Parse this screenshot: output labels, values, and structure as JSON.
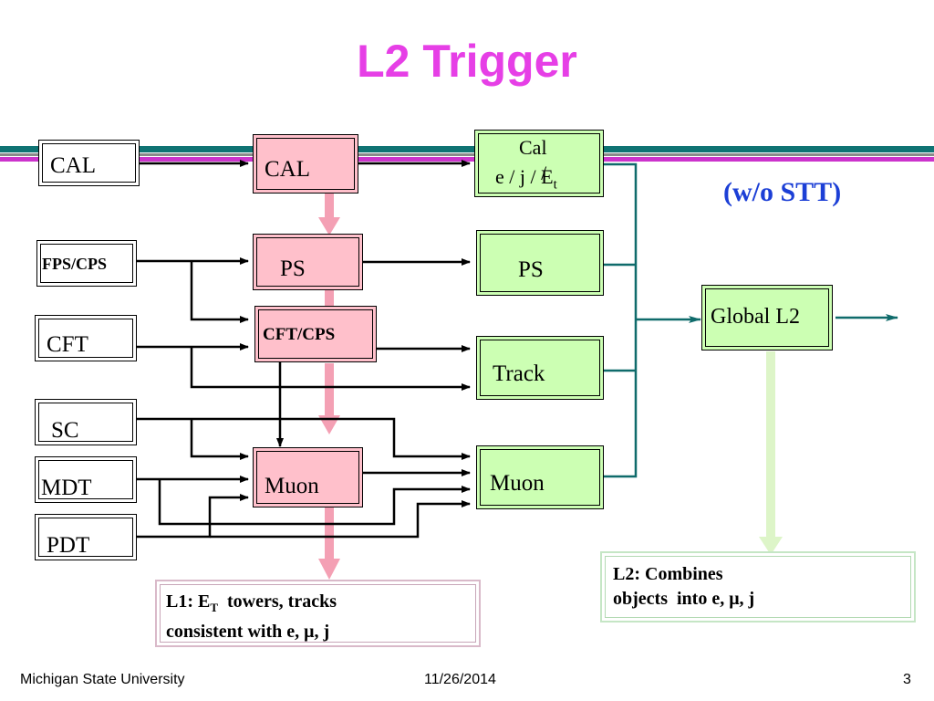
{
  "slide": {
    "title": "L2 Trigger",
    "note_stt": "(w/o STT)"
  },
  "inputs": {
    "cal": "CAL",
    "fps_cps": "FPS/CPS",
    "cft": "CFT",
    "sc": "SC",
    "mdt": "MDT",
    "pdt": "PDT"
  },
  "preprocessors": {
    "cal": "CAL",
    "ps": "PS",
    "cft_cps": "CFT/CPS",
    "muon": "Muon"
  },
  "l2_objects": {
    "cal_line1": "Cal",
    "cal_line2_prefix": "e / j / ",
    "cal_line2_et": "E",
    "cal_line2_sub": "t",
    "ps": "PS",
    "track": "Track",
    "muon": "Muon"
  },
  "global": {
    "label": "Global L2"
  },
  "notes": {
    "l1_line1_prefix": "L1: E",
    "l1_line1_sub": "T",
    "l1_line1_suffix": "  towers, tracks",
    "l1_line2": "consistent with e, μ, j",
    "l2_line1": "L2: Combines",
    "l2_line2": "objects  into e, μ, j"
  },
  "footer": {
    "left": "Michigan State University",
    "center": "11/26/2014",
    "right": "3"
  },
  "colors": {
    "title": "#e63fe6",
    "stt": "#1c3fd6",
    "teal_line": "#0f6b6b",
    "pink_box": "#ffc0cb",
    "green_box": "#ccffb3"
  }
}
